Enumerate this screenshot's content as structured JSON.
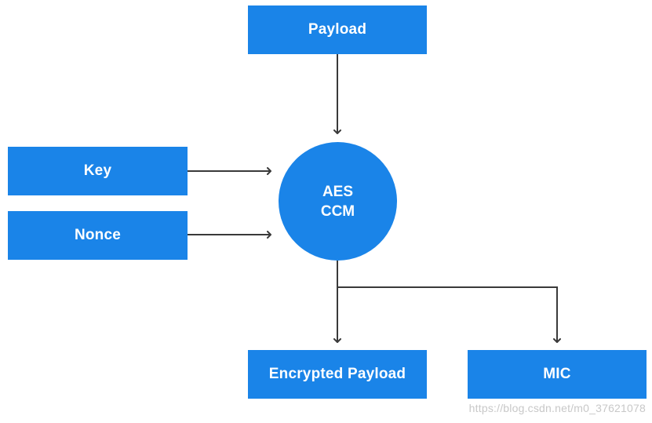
{
  "diagram": {
    "nodes": {
      "payload": "Payload",
      "key": "Key",
      "nonce": "Nonce",
      "cipher_line1": "AES",
      "cipher_line2": "CCM",
      "encrypted_payload": "Encrypted Payload",
      "mic": "MIC"
    },
    "edges": [
      {
        "from": "payload",
        "to": "cipher"
      },
      {
        "from": "key",
        "to": "cipher"
      },
      {
        "from": "nonce",
        "to": "cipher"
      },
      {
        "from": "cipher",
        "to": "encrypted_payload"
      },
      {
        "from": "cipher",
        "to": "mic"
      }
    ]
  },
  "watermark": "https://blog.csdn.net/m0_37621078",
  "colors": {
    "node_fill": "#1a84e8",
    "node_text": "#ffffff",
    "connector": "#3a3a3a",
    "watermark": "#c8c8c8"
  }
}
